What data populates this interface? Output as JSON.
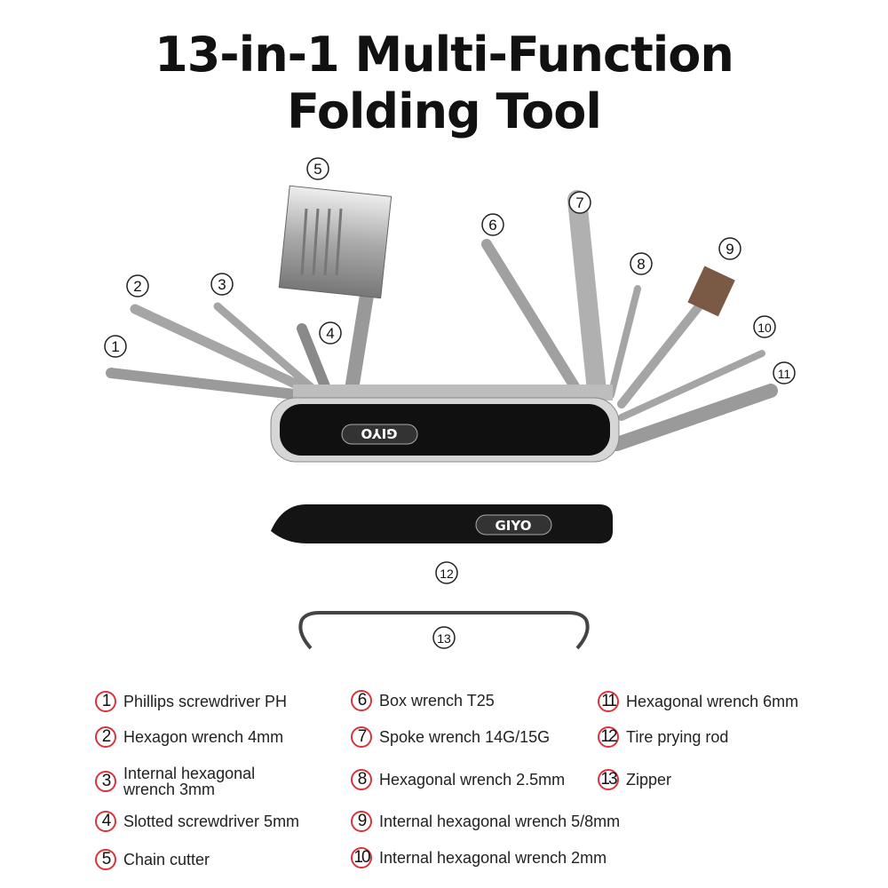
{
  "title": {
    "line1": "13-in-1 Multi-Function",
    "line2": "Folding Tool"
  },
  "brand": {
    "logo_text": "GIYO"
  },
  "colors": {
    "callout_circle": "#d9343a",
    "body": "#111111",
    "metal": "#c8c8c8"
  },
  "callouts": [
    "1",
    "2",
    "3",
    "4",
    "5",
    "6",
    "7",
    "8",
    "9",
    "10",
    "11",
    "12",
    "13"
  ],
  "legend": [
    {
      "num": "1",
      "label": "Phillips screwdriver PH"
    },
    {
      "num": "2",
      "label": "Hexagon wrench 4mm"
    },
    {
      "num": "3",
      "label": "Internal hexagonal wrench 3mm"
    },
    {
      "num": "4",
      "label": "Slotted screwdriver 5mm"
    },
    {
      "num": "5",
      "label": "Chain cutter"
    },
    {
      "num": "6",
      "label": "Box wrench T25"
    },
    {
      "num": "7",
      "label": "Spoke wrench 14G/15G"
    },
    {
      "num": "8",
      "label": "Hexagonal wrench 2.5mm"
    },
    {
      "num": "9",
      "label": "Internal hexagonal wrench 5/8mm"
    },
    {
      "num": "10",
      "label": "Internal hexagonal wrench 2mm"
    },
    {
      "num": "11",
      "label": "Hexagonal wrench 6mm"
    },
    {
      "num": "12",
      "label": "Tire prying rod"
    },
    {
      "num": "13",
      "label": "Zipper"
    }
  ]
}
